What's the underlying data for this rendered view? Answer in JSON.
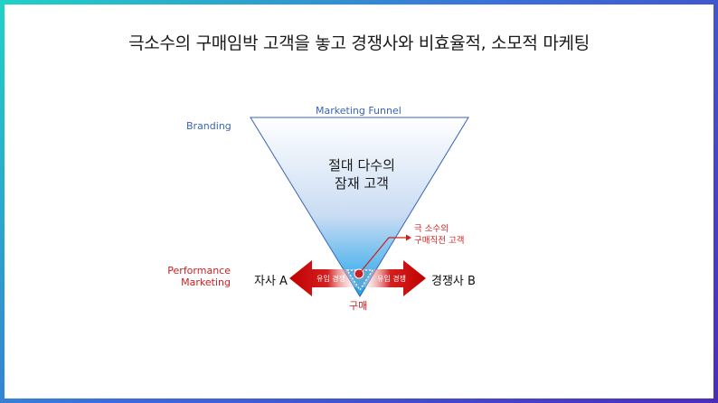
{
  "title": "극소수의 구매임박 고객을 놓고 경쟁사와 비효율적, 소모적 마케팅",
  "funnel": {
    "name": "Marketing Funnel",
    "center_line1": "절대 다수의",
    "center_line2": "잠재 고객",
    "bottom_label": "구매"
  },
  "left_labels": {
    "branding": "Branding",
    "performance_line1": "Performance",
    "performance_line2": "Marketing"
  },
  "callout": {
    "line1": "극 소수의",
    "line2": "구매직전 고객"
  },
  "competitors": {
    "left": "자사 A",
    "right": "경쟁사 B",
    "left_arrow": "유입 경쟁",
    "right_arrow": "유입 경쟁"
  },
  "colors": {
    "red": "#cc1f1f",
    "blue": "#3a63b8",
    "funnel_bottom": "#1aa3ea"
  }
}
